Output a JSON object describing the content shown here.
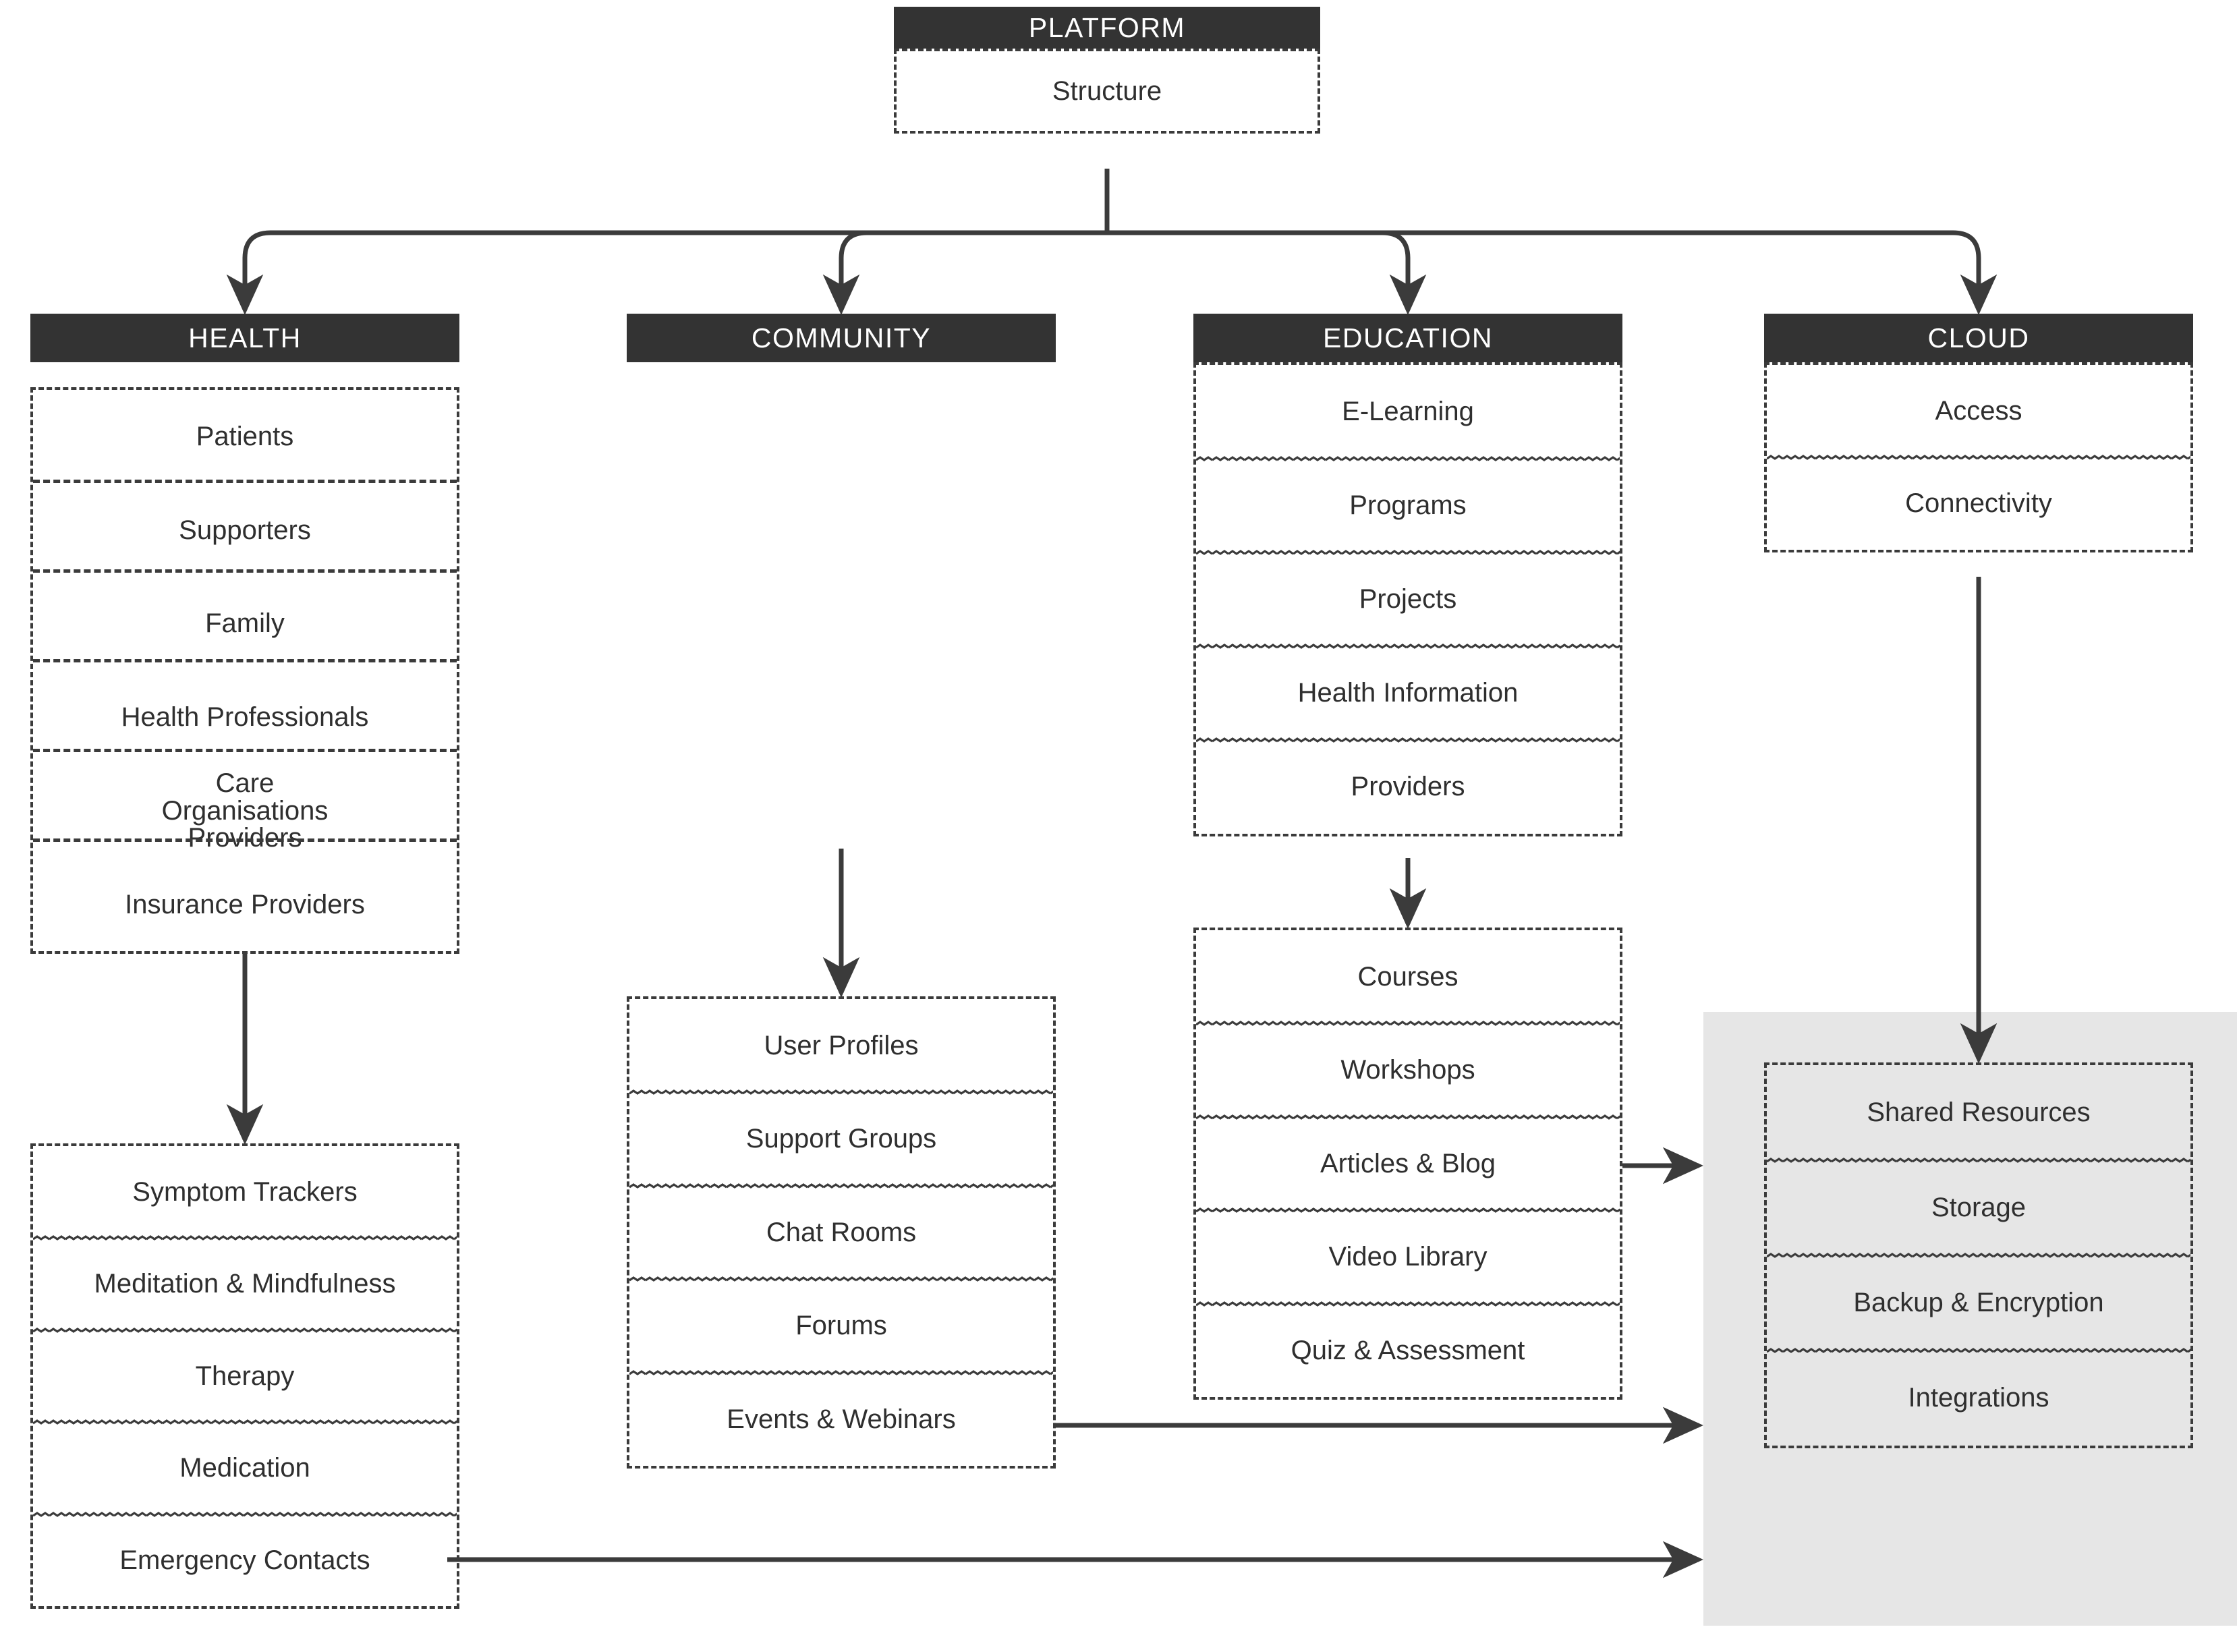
{
  "diagram": {
    "title": "Platform Structure",
    "type": "hierarchy-flowchart",
    "colors": {
      "header_fill": "#333333",
      "header_text": "#ffffff",
      "body_text": "#2f2f2f",
      "border": "#3b3b3b",
      "panel_fill": "#e6e6e6",
      "canvas": "#ffffff"
    }
  },
  "root": {
    "header": "PLATFORM",
    "rows": [
      "Structure"
    ]
  },
  "branches": [
    {
      "key": "health",
      "header": "HEALTH",
      "rows": [
        "Patients",
        "Supporters",
        "Family",
        "Health Professionals",
        "Care Organisations Providers",
        "Insurance Providers"
      ],
      "child": {
        "key": "health-tools",
        "rows": [
          "Symptom Trackers",
          "Meditation & Mindfulness",
          "Therapy",
          "Medication",
          "Emergency Contacts"
        ]
      }
    },
    {
      "key": "community",
      "header": "COMMUNITY",
      "rows": [],
      "child": {
        "key": "community-features",
        "rows": [
          "User Profiles",
          "Support Groups",
          "Chat Rooms",
          "Forums",
          "Events & Webinars"
        ]
      }
    },
    {
      "key": "education",
      "header": "EDUCATION",
      "rows": [
        "E-Learning",
        "Programs",
        "Projects",
        "Health Information",
        "Providers"
      ],
      "child": {
        "key": "education-content",
        "rows": [
          "Courses",
          "Workshops",
          "Articles & Blog",
          "Video Library",
          "Quiz & Assessment"
        ]
      }
    },
    {
      "key": "cloud",
      "header": "CLOUD",
      "rows": [
        "Access",
        "Connectivity"
      ],
      "child": {
        "key": "cloud-resources",
        "rows": [
          "Shared Resources",
          "Storage",
          "Backup & Encryption",
          "Integrations"
        ]
      }
    }
  ],
  "connections": [
    {
      "from": "platform",
      "to": "health",
      "style": "orthogonal-arrow"
    },
    {
      "from": "platform",
      "to": "community",
      "style": "orthogonal-arrow"
    },
    {
      "from": "platform",
      "to": "education",
      "style": "orthogonal-arrow"
    },
    {
      "from": "platform",
      "to": "cloud",
      "style": "orthogonal-arrow"
    },
    {
      "from": "health",
      "to": "health-tools",
      "style": "vertical-arrow"
    },
    {
      "from": "community",
      "to": "community-features",
      "style": "vertical-arrow"
    },
    {
      "from": "education",
      "to": "education-content",
      "style": "vertical-arrow"
    },
    {
      "from": "cloud",
      "to": "cloud-resources",
      "style": "vertical-arrow"
    },
    {
      "from": "articles-blog",
      "to": "cloud-resources",
      "style": "horizontal-arrow"
    },
    {
      "from": "events-webinars",
      "to": "cloud-resources",
      "style": "horizontal-arrow"
    },
    {
      "from": "emergency-contacts",
      "to": "cloud-resources",
      "style": "horizontal-arrow"
    }
  ]
}
